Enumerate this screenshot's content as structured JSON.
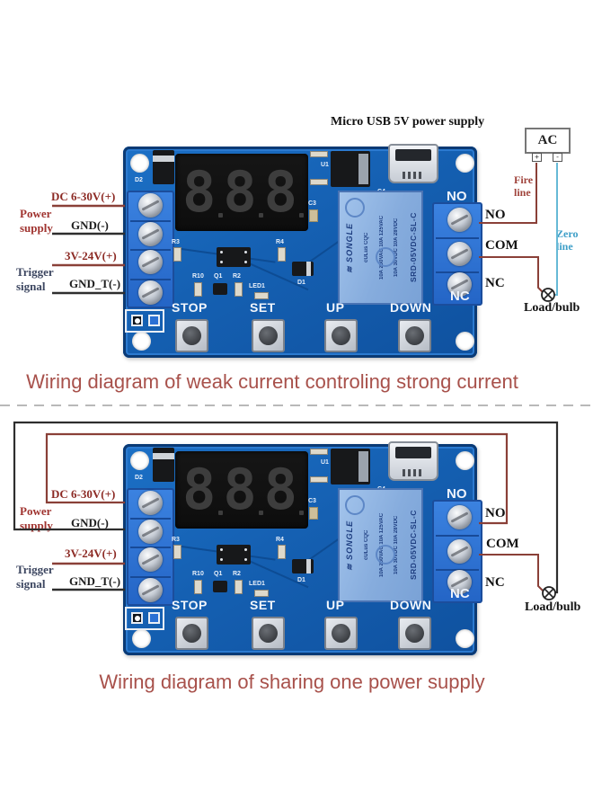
{
  "colors": {
    "pcb_blue": "#1560b2",
    "terminal_blue": "#2e74d8",
    "relay_blue": "#86acdd",
    "wire_red": "#8a4038",
    "wire_black": "#2e2e2e",
    "wire_zero_blue": "#66b9d6",
    "label_dark_red": "#8c2a24",
    "label_trigger_blue": "#3c4660",
    "caption_red": "#a8514b"
  },
  "pins": {
    "power_group": "Power supply",
    "trigger_group": "Trigger signal",
    "vin": "DC 6-30V(+)",
    "gnd": "GND(-)",
    "trig_v": "3V-24V(+)",
    "trig_gnd": "GND_T(-)",
    "no": "NO",
    "com": "COM",
    "nc": "NC",
    "load": "Load/bulb"
  },
  "board": {
    "display_digits": "888",
    "buttons": {
      "stop": "STOP",
      "set": "SET",
      "up": "UP",
      "down": "DOWN"
    },
    "silkscreen": {
      "d2": "D2",
      "u1": "U1",
      "c4": "C4",
      "c3": "C3",
      "r3": "R3",
      "r4": "R4",
      "r10": "R10",
      "q1": "Q1",
      "r2": "R2",
      "led1": "LED1",
      "d1": "D1",
      "no": "NO",
      "nc": "NC"
    },
    "relay": {
      "logo": "≋",
      "brand": "SONGLE",
      "cert_marks": "cULus CQC",
      "ratings_line1": "10A 250VAC 10A 125VAC",
      "ratings_line2": "10A 30VDC 10A 28VDC",
      "model": "SRD-05VDC-SL-C"
    }
  },
  "diagram1": {
    "usb_label": "Micro USB 5V power supply",
    "ac_label": "AC",
    "ac_plus": "+",
    "ac_minus": "-",
    "fire_line": "Fire line",
    "zero_line": "Zero line",
    "caption": "Wiring diagram of weak current controling strong current"
  },
  "diagram2": {
    "caption": "Wiring diagram of sharing one power supply"
  }
}
